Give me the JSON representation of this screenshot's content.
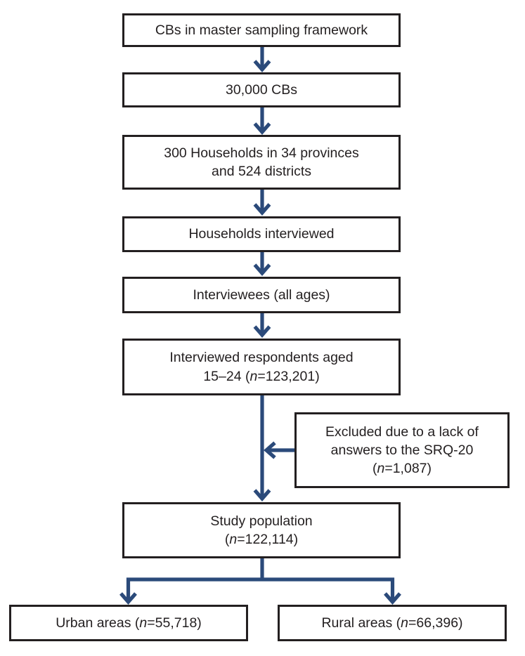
{
  "figure": {
    "type": "flowchart",
    "background_color": "#ffffff",
    "border_color": "#231f20",
    "arrow_color": "#2b4a7a",
    "text_color": "#231f20"
  },
  "boxes": {
    "master_framework": {
      "text": "CBs in master sampling framework"
    },
    "cbs_count": {
      "text": "30,000 CBs"
    },
    "households": {
      "line1": "300 Households in 34 provinces",
      "line2": "and 524 districts"
    },
    "households_interviewed": {
      "text": "Households interviewed"
    },
    "interviewees": {
      "text": "Interviewees (all ages)"
    },
    "respondents": {
      "line1": "Interviewed respondents aged",
      "line2_pre": "15–24 (",
      "n": "n",
      "line2_post": "=123,201)"
    },
    "excluded": {
      "line1": "Excluded due to a lack of",
      "line2": "answers to the SRQ-20",
      "line3_pre": "(",
      "n": "n",
      "line3_post": "=1,087)"
    },
    "study_population": {
      "line1": "Study population",
      "line2_pre": "(",
      "n": "n",
      "line2_post": "=122,114)"
    },
    "urban": {
      "pre": "Urban areas (",
      "n": "n",
      "post": "=55,718)"
    },
    "rural": {
      "pre": "Rural areas (",
      "n": "n",
      "post": "=66,396)"
    }
  }
}
